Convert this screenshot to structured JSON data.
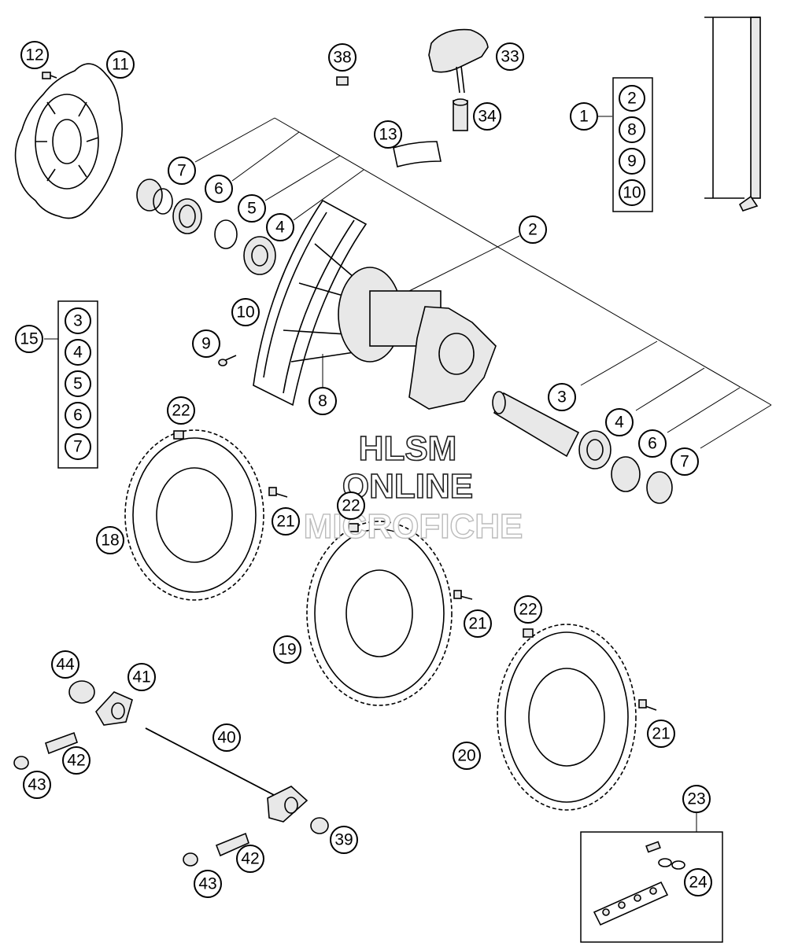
{
  "watermark": {
    "line1": "HLSM",
    "line2": "ONLINE",
    "line3": "MICROFICHE"
  },
  "callouts": [
    {
      "id": "c12",
      "label": "12"
    },
    {
      "id": "c11",
      "label": "11"
    },
    {
      "id": "c38",
      "label": "38"
    },
    {
      "id": "c33",
      "label": "33"
    },
    {
      "id": "c34",
      "label": "34"
    },
    {
      "id": "c13",
      "label": "13"
    },
    {
      "id": "c7a",
      "label": "7"
    },
    {
      "id": "c6a",
      "label": "6"
    },
    {
      "id": "c5a",
      "label": "5"
    },
    {
      "id": "c4a",
      "label": "4"
    },
    {
      "id": "c2",
      "label": "2"
    },
    {
      "id": "c10",
      "label": "10"
    },
    {
      "id": "c9",
      "label": "9"
    },
    {
      "id": "c8",
      "label": "8"
    },
    {
      "id": "c15",
      "label": "15"
    },
    {
      "id": "c1",
      "label": "1"
    },
    {
      "id": "c3",
      "label": "3"
    },
    {
      "id": "c4b",
      "label": "4"
    },
    {
      "id": "c6b",
      "label": "6"
    },
    {
      "id": "c7b",
      "label": "7"
    },
    {
      "id": "c22a",
      "label": "22"
    },
    {
      "id": "c18",
      "label": "18"
    },
    {
      "id": "c21a",
      "label": "21"
    },
    {
      "id": "c22b",
      "label": "22"
    },
    {
      "id": "c21b",
      "label": "21"
    },
    {
      "id": "c19",
      "label": "19"
    },
    {
      "id": "c22c",
      "label": "22"
    },
    {
      "id": "c21c",
      "label": "21"
    },
    {
      "id": "c20",
      "label": "20"
    },
    {
      "id": "c44",
      "label": "44"
    },
    {
      "id": "c41",
      "label": "41"
    },
    {
      "id": "c40",
      "label": "40"
    },
    {
      "id": "c42a",
      "label": "42"
    },
    {
      "id": "c43a",
      "label": "43"
    },
    {
      "id": "c39",
      "label": "39"
    },
    {
      "id": "c42b",
      "label": "42"
    },
    {
      "id": "c43b",
      "label": "43"
    },
    {
      "id": "c23",
      "label": "23"
    },
    {
      "id": "c24",
      "label": "24"
    }
  ],
  "kit_box_1": [
    "2",
    "8",
    "9",
    "10"
  ],
  "kit_box_15": [
    "3",
    "4",
    "5",
    "6",
    "7"
  ]
}
